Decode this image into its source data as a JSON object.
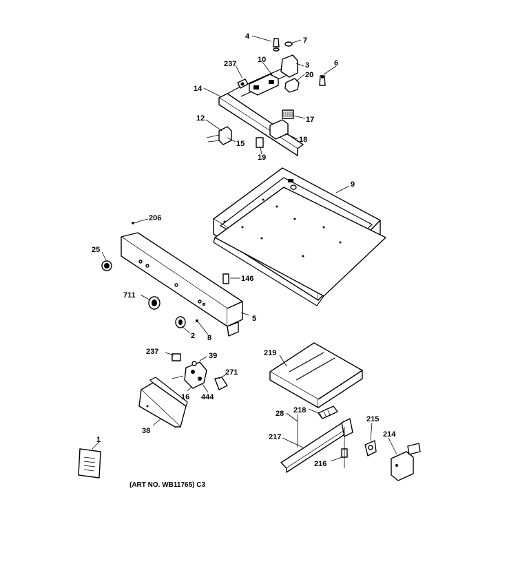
{
  "caption": "(ART NO. WB11765) C3",
  "callouts": [
    {
      "id": "c4",
      "text": "4"
    },
    {
      "id": "c7",
      "text": "7"
    },
    {
      "id": "c237a",
      "text": "237"
    },
    {
      "id": "c10",
      "text": "10"
    },
    {
      "id": "c3",
      "text": "3"
    },
    {
      "id": "c6",
      "text": "6"
    },
    {
      "id": "c20",
      "text": "20"
    },
    {
      "id": "c14",
      "text": "14"
    },
    {
      "id": "c17",
      "text": "17"
    },
    {
      "id": "c12",
      "text": "12"
    },
    {
      "id": "c15",
      "text": "15"
    },
    {
      "id": "c18",
      "text": "18"
    },
    {
      "id": "c19",
      "text": "19"
    },
    {
      "id": "c9",
      "text": "9"
    },
    {
      "id": "c206",
      "text": "206"
    },
    {
      "id": "c25",
      "text": "25"
    },
    {
      "id": "c146",
      "text": "146"
    },
    {
      "id": "c711",
      "text": "711"
    },
    {
      "id": "c5",
      "text": "5"
    },
    {
      "id": "c2",
      "text": "2"
    },
    {
      "id": "c8",
      "text": "8"
    },
    {
      "id": "c237b",
      "text": "237"
    },
    {
      "id": "c39",
      "text": "39"
    },
    {
      "id": "c219",
      "text": "219"
    },
    {
      "id": "c271",
      "text": "271"
    },
    {
      "id": "c16",
      "text": "16"
    },
    {
      "id": "c444",
      "text": "444"
    },
    {
      "id": "c38",
      "text": "38"
    },
    {
      "id": "c28",
      "text": "28"
    },
    {
      "id": "c218",
      "text": "218"
    },
    {
      "id": "c215",
      "text": "215"
    },
    {
      "id": "c217",
      "text": "217"
    },
    {
      "id": "c214",
      "text": "214"
    },
    {
      "id": "c216",
      "text": "216"
    },
    {
      "id": "c1",
      "text": "1"
    }
  ]
}
